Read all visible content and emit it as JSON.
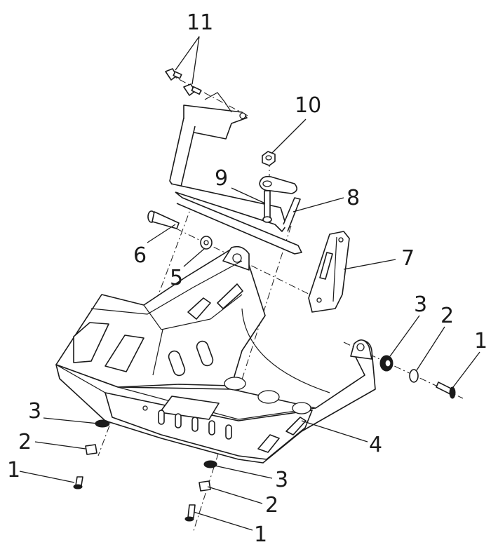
{
  "callouts": {
    "c1_right": "1",
    "c2_right": "2",
    "c3_right": "3",
    "c4": "4",
    "c5": "5",
    "c6": "6",
    "c7": "7",
    "c8": "8",
    "c9": "9",
    "c10": "10",
    "c11": "11",
    "c3_left": "3",
    "c2_left": "2",
    "c1_left": "1",
    "c3_bottom": "3",
    "c2_bottom": "2",
    "c1_bottom": "1"
  }
}
